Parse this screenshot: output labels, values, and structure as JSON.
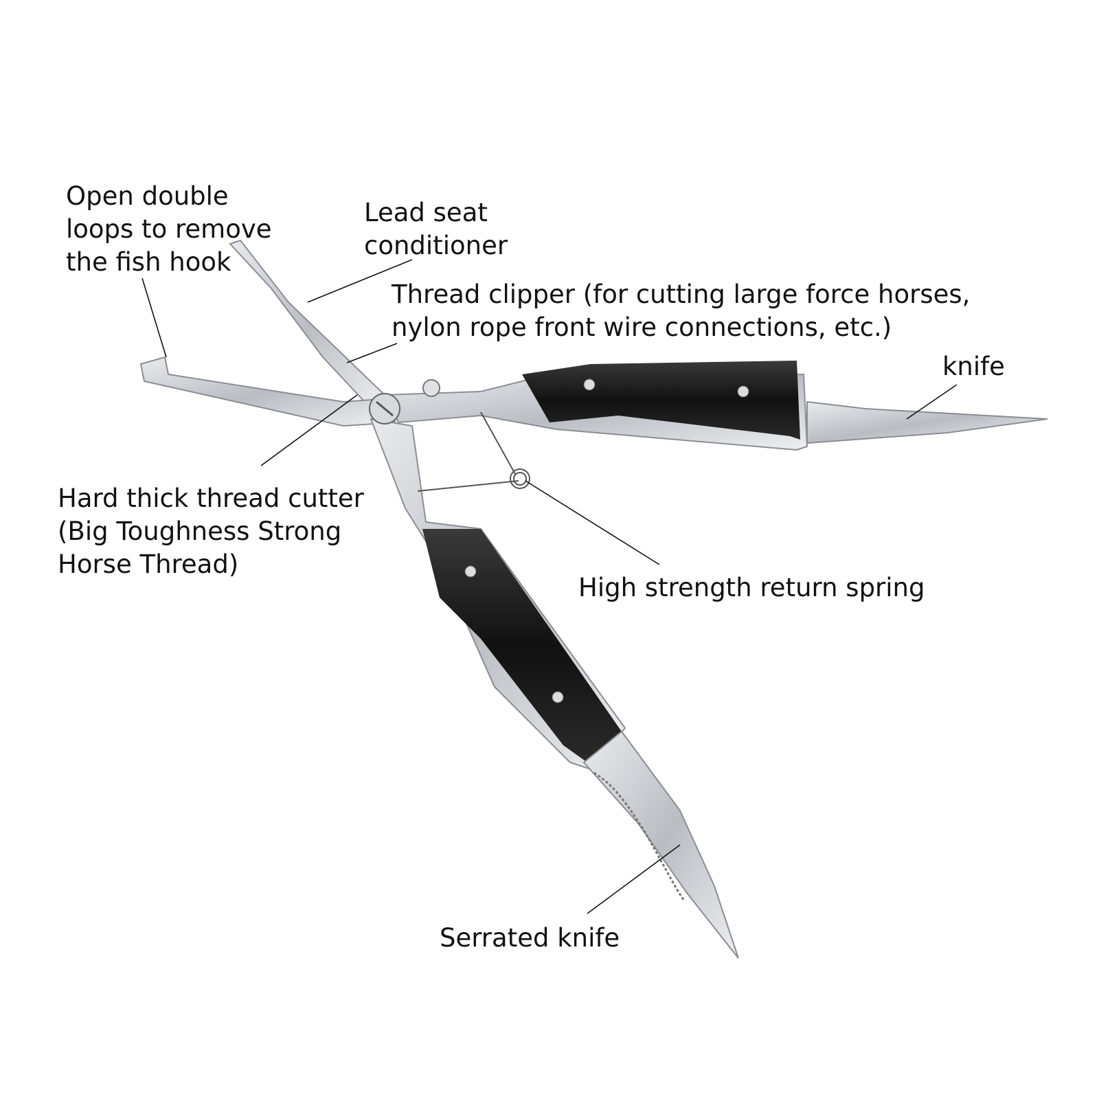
{
  "labels": {
    "fish_hook": [
      "Open double",
      "loops to remove",
      "the fish hook"
    ],
    "lead_seat": [
      "Lead seat",
      "conditioner"
    ],
    "thread_clipper": [
      "Thread clipper (for cutting large force horses,",
      "nylon rope front wire connections, etc.)"
    ],
    "knife": [
      "knife"
    ],
    "thread_cutter": [
      "Hard thick thread cutter",
      "(Big Toughness Strong",
      "Horse Thread)"
    ],
    "spring": [
      "High strength return spring"
    ],
    "serrated": [
      "Serrated knife"
    ]
  },
  "colors": {
    "steel": "#c9ccd0",
    "handle": "#1c1c1c",
    "text": "#111111"
  }
}
